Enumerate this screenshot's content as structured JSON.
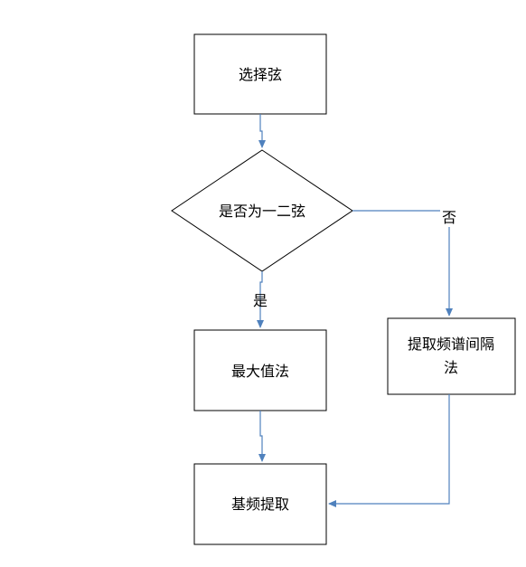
{
  "nodes": {
    "select_string": {
      "label": "选择弦"
    },
    "decision": {
      "label": "是否为一二弦"
    },
    "max_value": {
      "label": "最大值法"
    },
    "spectrum_interval": {
      "label_line1": "提取频谱间隔",
      "label_line2": "法"
    },
    "fundamental": {
      "label": "基频提取"
    }
  },
  "edges": {
    "yes_label": "是",
    "no_label": "否"
  },
  "colors": {
    "connector": "#4f81bd",
    "border": "#000000",
    "fill": "#ffffff"
  }
}
